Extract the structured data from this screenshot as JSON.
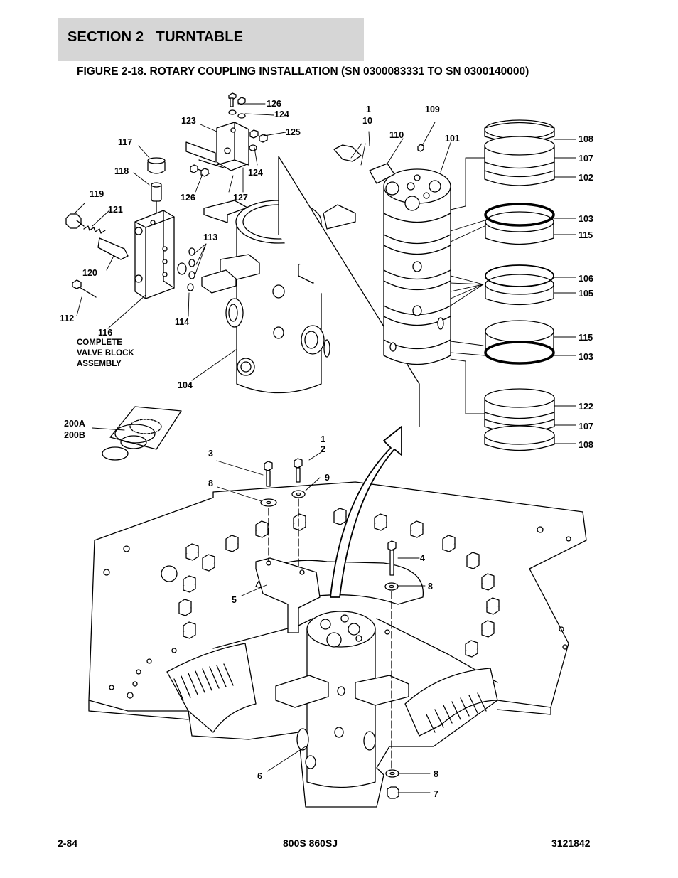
{
  "header": {
    "section": "SECTION 2   TURNTABLE",
    "figure_title": "FIGURE 2-18. ROTARY COUPLING INSTALLATION (SN 0300083331 TO SN 0300140000)"
  },
  "callouts": {
    "c126a": "126",
    "c124a": "124",
    "c123": "123",
    "c125": "125",
    "c124b": "124",
    "c126b": "126",
    "c127": "127",
    "c117": "117",
    "c118": "118",
    "c119": "119",
    "c121": "121",
    "c113": "113",
    "c120": "120",
    "c112": "112",
    "c114": "114",
    "c116": "116",
    "c104": "104",
    "c1a": "1",
    "c10": "10",
    "c109": "109",
    "c110": "110",
    "c101": "101",
    "c108a": "108",
    "c107a": "107",
    "c102": "102",
    "c103a": "103",
    "c115a": "115",
    "c106": "106",
    "c105": "105",
    "c115b": "115",
    "c103b": "103",
    "c122": "122",
    "c107b": "107",
    "c108b": "108",
    "c200a": "200A",
    "c200b": "200B",
    "c1b": "1",
    "c2": "2",
    "c3": "3",
    "c8a": "8",
    "c9": "9",
    "c4": "4",
    "c8b": "8",
    "c5": "5",
    "c6": "6",
    "c8c": "8",
    "c7": "7"
  },
  "valve_block_note": [
    "COMPLETE",
    "VALVE BLOCK",
    "ASSEMBLY"
  ],
  "footer": {
    "page": "2-84",
    "model": "800S 860SJ",
    "doc_number": "3121842"
  }
}
